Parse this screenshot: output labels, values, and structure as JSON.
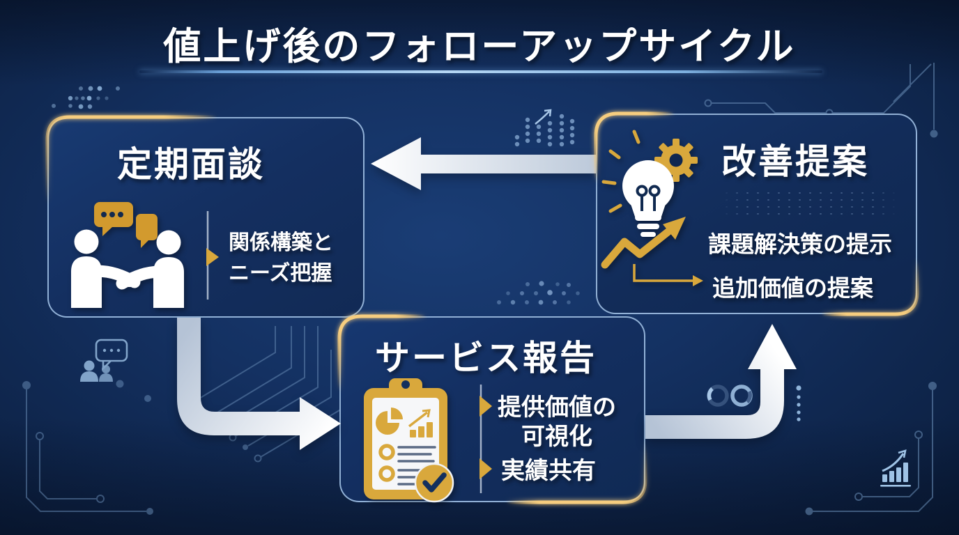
{
  "title": {
    "text": "値上げ後のフォローアップサイクル"
  },
  "cycle": {
    "steps": [
      {
        "id": "teiki",
        "title": "定期面談",
        "icon": "handshake-chat-icon",
        "point1_line1": "関係構築と",
        "point1_line2": "ニーズ把握"
      },
      {
        "id": "kaizen",
        "title": "改善提案",
        "icon": "lightbulb-gear-growth-icon",
        "point1": "課題解決策の提示",
        "point2": "追加価値の提案"
      },
      {
        "id": "service",
        "title": "サービス報告",
        "icon": "clipboard-report-check-icon",
        "point1_line1": "提供価値の",
        "point1_line2": "可視化",
        "point2": "実績共有"
      }
    ],
    "flow": [
      {
        "from": "改善提案",
        "to": "定期面談"
      },
      {
        "from": "定期面談",
        "to": "サービス報告"
      },
      {
        "from": "サービス報告",
        "to": "改善提案"
      }
    ]
  },
  "decorations": [
    "dotted-bar-chart-icon",
    "trend-arrow-icon",
    "chat-people-icon",
    "donut-rings-icon",
    "bar-chart-growth-icon",
    "circuit-lines",
    "dot-matrix"
  ],
  "colors": {
    "background_navy": "#122e5c",
    "accent_gold": "#d9a83c",
    "corner_gold_glow": "#f3c369",
    "box_border_blue": "#a8c8e8",
    "arrow_white": "#f4f7fb",
    "deco_blue": "#7d9fc9",
    "text_white": "#ffffff"
  }
}
